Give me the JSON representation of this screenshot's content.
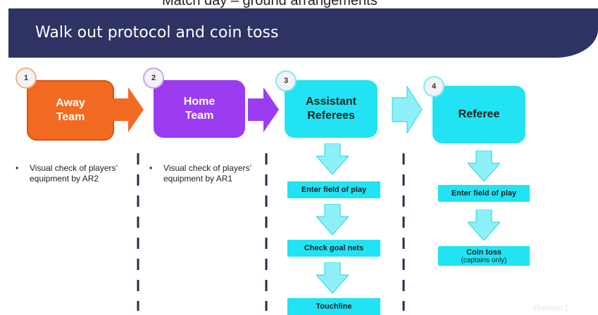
{
  "slide": {
    "top_strip_text": "Match day – ground arrangements",
    "title": "Walk out protocol and coin toss",
    "watermark": "Premier L"
  },
  "stages": [
    {
      "number": "1",
      "label": "Away\nTeam",
      "color": "#f26a21"
    },
    {
      "number": "2",
      "label": "Home\nTeam",
      "color": "#9c3cf0"
    },
    {
      "number": "3",
      "label": "Assistant\nReferees",
      "color": "#22e3f3"
    },
    {
      "number": "4",
      "label": "Referee",
      "color": "#22e3f3"
    }
  ],
  "notes": {
    "away": "Visual check of players’ equipment  by AR2",
    "home": "Visual check of players’ equipment  by AR1"
  },
  "assistant_steps": [
    "Enter field of play",
    "Check goal nets",
    "Touchline"
  ],
  "referee_steps": [
    {
      "label": "Enter field of play",
      "sub": ""
    },
    {
      "label": "Coin toss",
      "sub": "(captains only)"
    }
  ],
  "colors": {
    "header": "#2e3363",
    "orange": "#f26a21",
    "purple": "#9c3cf0",
    "cyan": "#22e3f3",
    "dash": "#3b2150"
  }
}
